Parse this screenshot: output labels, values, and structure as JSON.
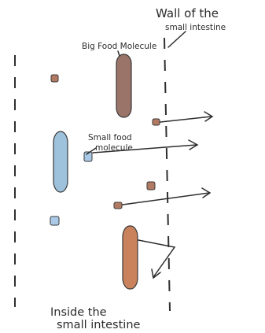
{
  "labels": {
    "wall_line1": "Wall of the",
    "wall_line2": "small intestine",
    "big_molecule": "Big Food Molecule",
    "small_molecule_line1": "Small food",
    "small_molecule_line2": "molecule",
    "inside_line1": "Inside the",
    "inside_line2": "small intestine"
  },
  "colors": {
    "big_brown": "#9a7468",
    "big_blue": "#9fc2dc",
    "big_orange": "#c9825c",
    "small_brown": "#b27a63",
    "small_blue": "#a9c9e6",
    "outline": "#3a3a3a"
  }
}
